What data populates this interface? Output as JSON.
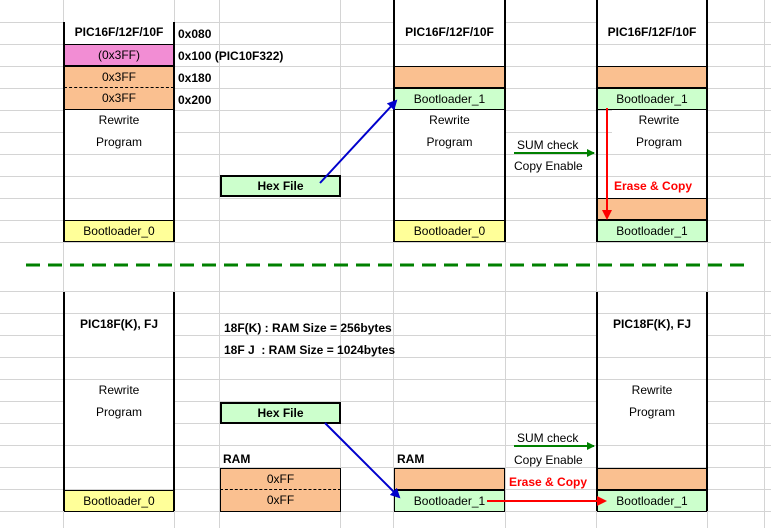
{
  "top": {
    "left_column": {
      "header": "PIC16F/12F/10F",
      "rows": [
        "(0x3FF)",
        "0x3FF",
        "0x3FF",
        "Rewrite",
        "Program",
        "Bootloader_0"
      ]
    },
    "addresses": [
      "0x080",
      "0x100 (PIC10F322)",
      "0x180",
      "0x200"
    ],
    "hex_file": "Hex File",
    "mid_column": {
      "header": "PIC16F/12F/10F",
      "rows": [
        "Bootloader_1",
        "Rewrite",
        "Program",
        "Bootloader_0"
      ]
    },
    "sum_check": "SUM check",
    "copy_enable": "Copy Enable",
    "right_column": {
      "header": "PIC16F/12F/10F",
      "rows": [
        "Bootloader_1",
        "Rewrite",
        "Program",
        "Bootloader_1"
      ]
    },
    "erase_copy": "Erase & Copy"
  },
  "bottom": {
    "left_column": {
      "header": "PIC18F(K), FJ",
      "rows": [
        "Rewrite",
        "Program",
        "Bootloader_0"
      ]
    },
    "ram_note_1": "18F(K) : RAM Size = 256bytes",
    "ram_note_2": "18F J  : RAM Size = 1024bytes",
    "hex_file": "Hex File",
    "ram_label_1": "RAM",
    "ram_rows": [
      "0xFF",
      "0xFF"
    ],
    "ram_label_2": "RAM",
    "mid_row": "Bootloader_1",
    "sum_check": "SUM check",
    "copy_enable": "Copy Enable",
    "erase_copy": "Erase & Copy",
    "right_column": {
      "header": "PIC18F(K), FJ",
      "rows": [
        "Rewrite",
        "Program",
        "Bootloader_1"
      ]
    }
  },
  "colors": {
    "orange": "#fac090",
    "pink": "#f28dd4",
    "green": "#ccffcc",
    "yellow": "#ffff99",
    "blue_arrow": "#0000cc",
    "red_arrow": "#ff0000",
    "green_arrow": "#008000"
  }
}
